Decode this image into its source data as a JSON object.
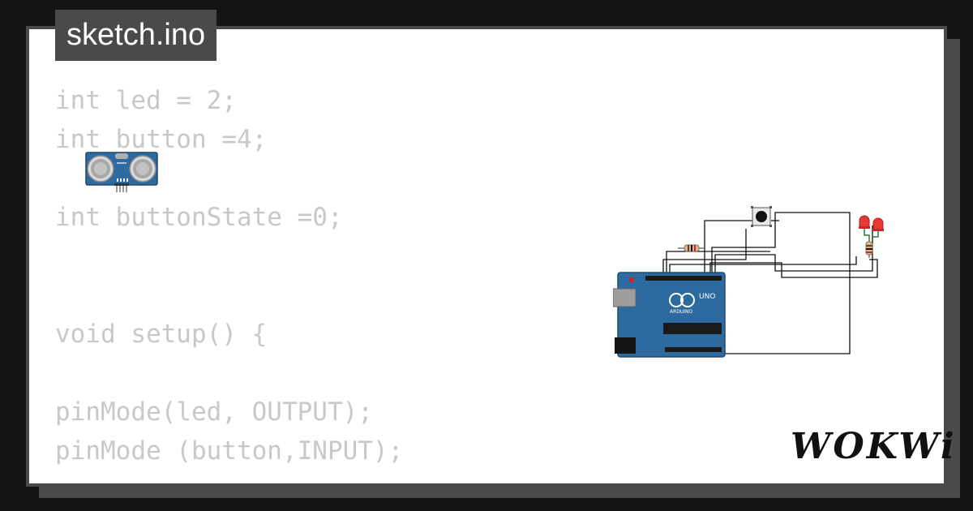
{
  "file": {
    "name": "sketch.ino"
  },
  "code_lines": [
    "int led = 2;",
    "int button =4;",
    "",
    "int buttonState =0;",
    "",
    "",
    "void setup() {",
    "",
    "pinMode(led, OUTPUT);",
    "pinMode (button,INPUT);"
  ],
  "board": {
    "brand": "ARDUINO",
    "model": "UNO"
  },
  "brand": {
    "logo_text": "WOKWi"
  },
  "colors": {
    "page_bg": "#141414",
    "frame": "#4a4a4a",
    "code_text": "#c8c8c8",
    "board_blue": "#2c6a9f",
    "led_red": "#e53935",
    "wire": "#111111"
  },
  "icons": [
    "ultrasonic-sensor-icon",
    "arduino-uno-icon",
    "pushbutton-icon",
    "resistor-icon",
    "led-icon"
  ]
}
